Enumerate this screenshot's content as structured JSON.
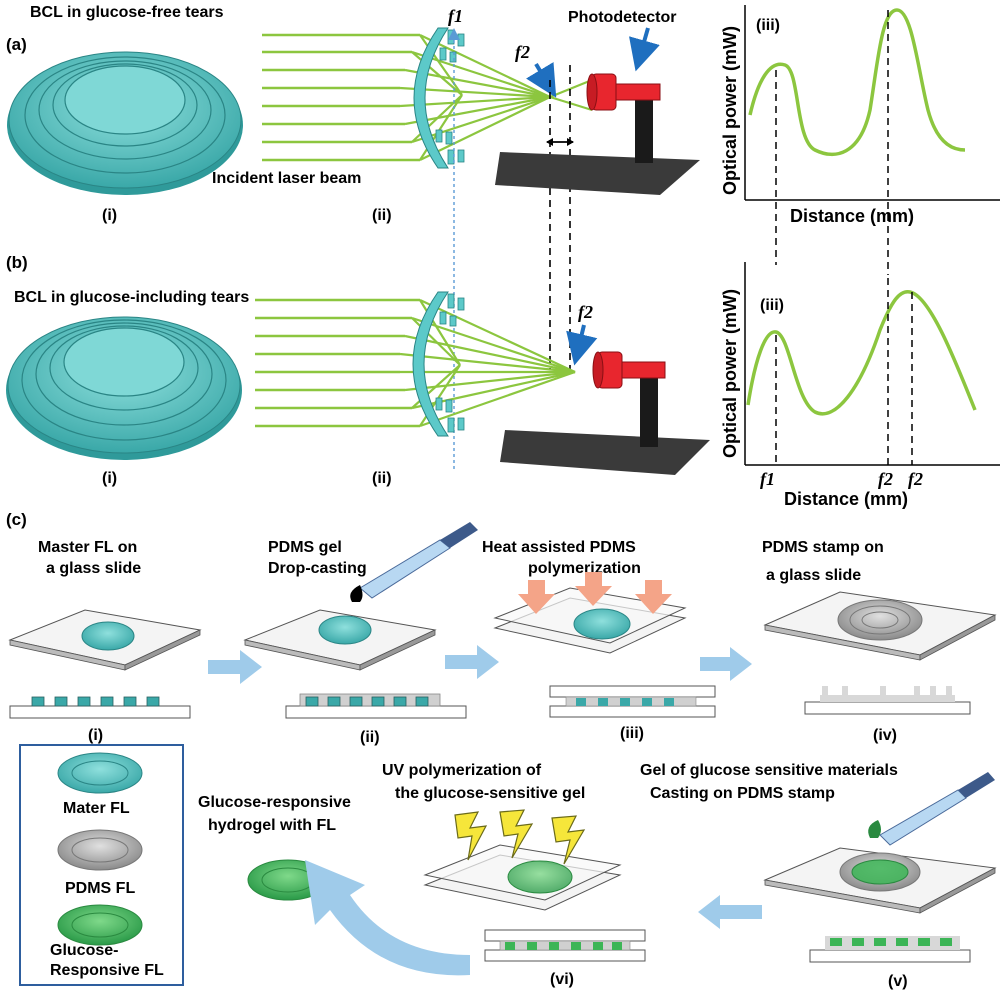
{
  "panel_a": {
    "label": "(a)",
    "title": "BCL in glucose-free tears",
    "sub_i": "(i)",
    "sub_ii": "(ii)",
    "incident_label": "Incident laser beam",
    "f1": "f1",
    "f2": "f2",
    "photodetector": "Photodetector"
  },
  "panel_b": {
    "label": "(b)",
    "title": "BCL in glucose-including tears",
    "sub_i": "(i)",
    "sub_ii": "(ii)",
    "f2": "f2"
  },
  "plot_top": {
    "label": "(iii)",
    "ylabel": "Optical power (mW)",
    "xlabel": "Distance (mm)"
  },
  "plot_bottom": {
    "label": "(iii)",
    "ylabel": "Optical power (mW)",
    "xlabel": "Distance (mm)",
    "tick_f1": "f1",
    "tick_f2a": "f2",
    "tick_f2b": "f2"
  },
  "chart_data": [
    {
      "type": "line",
      "title": "",
      "xlabel": "Distance (mm)",
      "ylabel": "Optical power (mW)",
      "series": [
        {
          "values": [
            0.45,
            0.8,
            0.25,
            0.2,
            1.0,
            0.2
          ]
        }
      ],
      "markers": [
        "f1",
        "f2"
      ]
    },
    {
      "type": "line",
      "title": "",
      "xlabel": "Distance (mm)",
      "ylabel": "Optical power (mW)",
      "series": [
        {
          "values": [
            0.1,
            0.65,
            0.15,
            0.3,
            0.8,
            0.1
          ]
        }
      ],
      "markers": [
        "f1",
        "f2",
        "f2"
      ]
    }
  ],
  "panel_c": {
    "label": "(c)",
    "steps": [
      {
        "num": "(i)",
        "text1": "Master FL on",
        "text2": "a glass slide"
      },
      {
        "num": "(ii)",
        "text1": "PDMS gel",
        "text2": "Drop-casting"
      },
      {
        "num": "(iii)",
        "text1": "Heat assisted PDMS",
        "text2": "polymerization"
      },
      {
        "num": "(iv)",
        "text1": "PDMS stamp on",
        "text2": "a glass slide"
      },
      {
        "num": "(v)",
        "text1": "Gel of glucose sensitive  materials",
        "text2": "Casting on PDMS stamp"
      },
      {
        "num": "(vi)",
        "text1": "UV polymerization of",
        "text2": "the glucose-sensitive gel"
      }
    ],
    "final_text1": "Glucose-responsive",
    "final_text2": "hydrogel with FL",
    "legend": {
      "item1": "Mater FL",
      "item2": "PDMS FL",
      "item3a": "Glucose-",
      "item3b": "Responsive FL"
    }
  },
  "colors": {
    "lens": "#5cc9c9",
    "laser": "#8cc63f",
    "pdms": "#c8c8c8",
    "hydrogel": "#3cb556",
    "arrow": "#9fcbea",
    "heat": "#f4a488",
    "detector": "#e8262e",
    "frame": "#2e5e9e"
  }
}
